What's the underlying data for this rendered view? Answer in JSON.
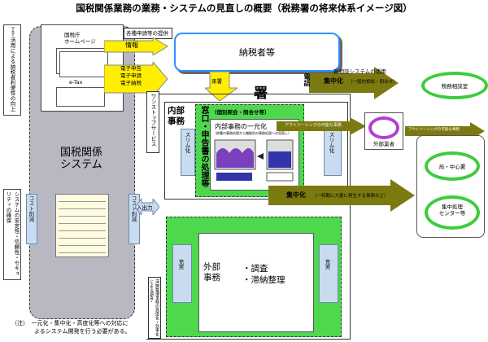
{
  "title": "国税関係業務の業務・システムの見直しの概要（税務署の将来体系イメージ図）",
  "left_vertical_note": "ＩＴ活用による納税者利便性の向上",
  "tax_agency_homepage": "国税庁\nホームページ",
  "etax": "e-Tax",
  "system_label": "国税関係\nシステム",
  "cost_reduction_left": "コスト削減",
  "cost_reduction_right": "コスト削減",
  "security_note": "システムの安定性・信頼性・セキュリティの確保",
  "provision_label": "各種申請等の提供",
  "info_label": "情報",
  "e_filing": "電子申告\n電子申請\n電子納税",
  "taxpayer": "納税者等",
  "visit": "来署",
  "office": "署",
  "phone": "電話",
  "one_stop": "ワンストップサービス",
  "io_label": "入出力",
  "internal_affairs": "内部\n事務",
  "window_filing": "窓口・申告書の処理等",
  "individual_consultation": "（個別照会・問合せ等）",
  "internal_unification": "内部事務の一元化",
  "internal_unification_note": "（他署の事務処理から機能別の事務処理への見直し）",
  "streamlining": "スリム化",
  "streamlining_right": "スリム化",
  "consult_center_note": "新相談システムの活用",
  "centralization_1": "集中化",
  "centralization_1_note": "（一般的相談・問合せ）",
  "consult_room": "税務相談室",
  "outsourcing_1": "アウトソーシングの可能な事務",
  "outsourcing_2": "アウトソーシングの可能な事務",
  "external_party": "外部業者",
  "centralization_2": "集中化",
  "centralization_2_note": "（一時期に大量に発生する事務など）",
  "center_office": "局・中心署",
  "central_processing": "集中処理\nセンター等",
  "external_affairs": "外部\n事務",
  "investigation": "・調査",
  "delinquency": "・滞納整理",
  "enhance_left": "充実",
  "enhance_right": "充実",
  "efficiency_note": "滞納整理事務の高度化・効率化による調査・",
  "footnote": "（注）　一元化・集中化・高度化等への対応に\n　　　　よるシステム開発を行う必要がある。",
  "colors": {
    "green": "#3dcc3d",
    "dark_green": "#2a9a2a",
    "yellow": "#ffee00",
    "gray": "#b8b8c2",
    "olive": "#7b7a10"
  }
}
